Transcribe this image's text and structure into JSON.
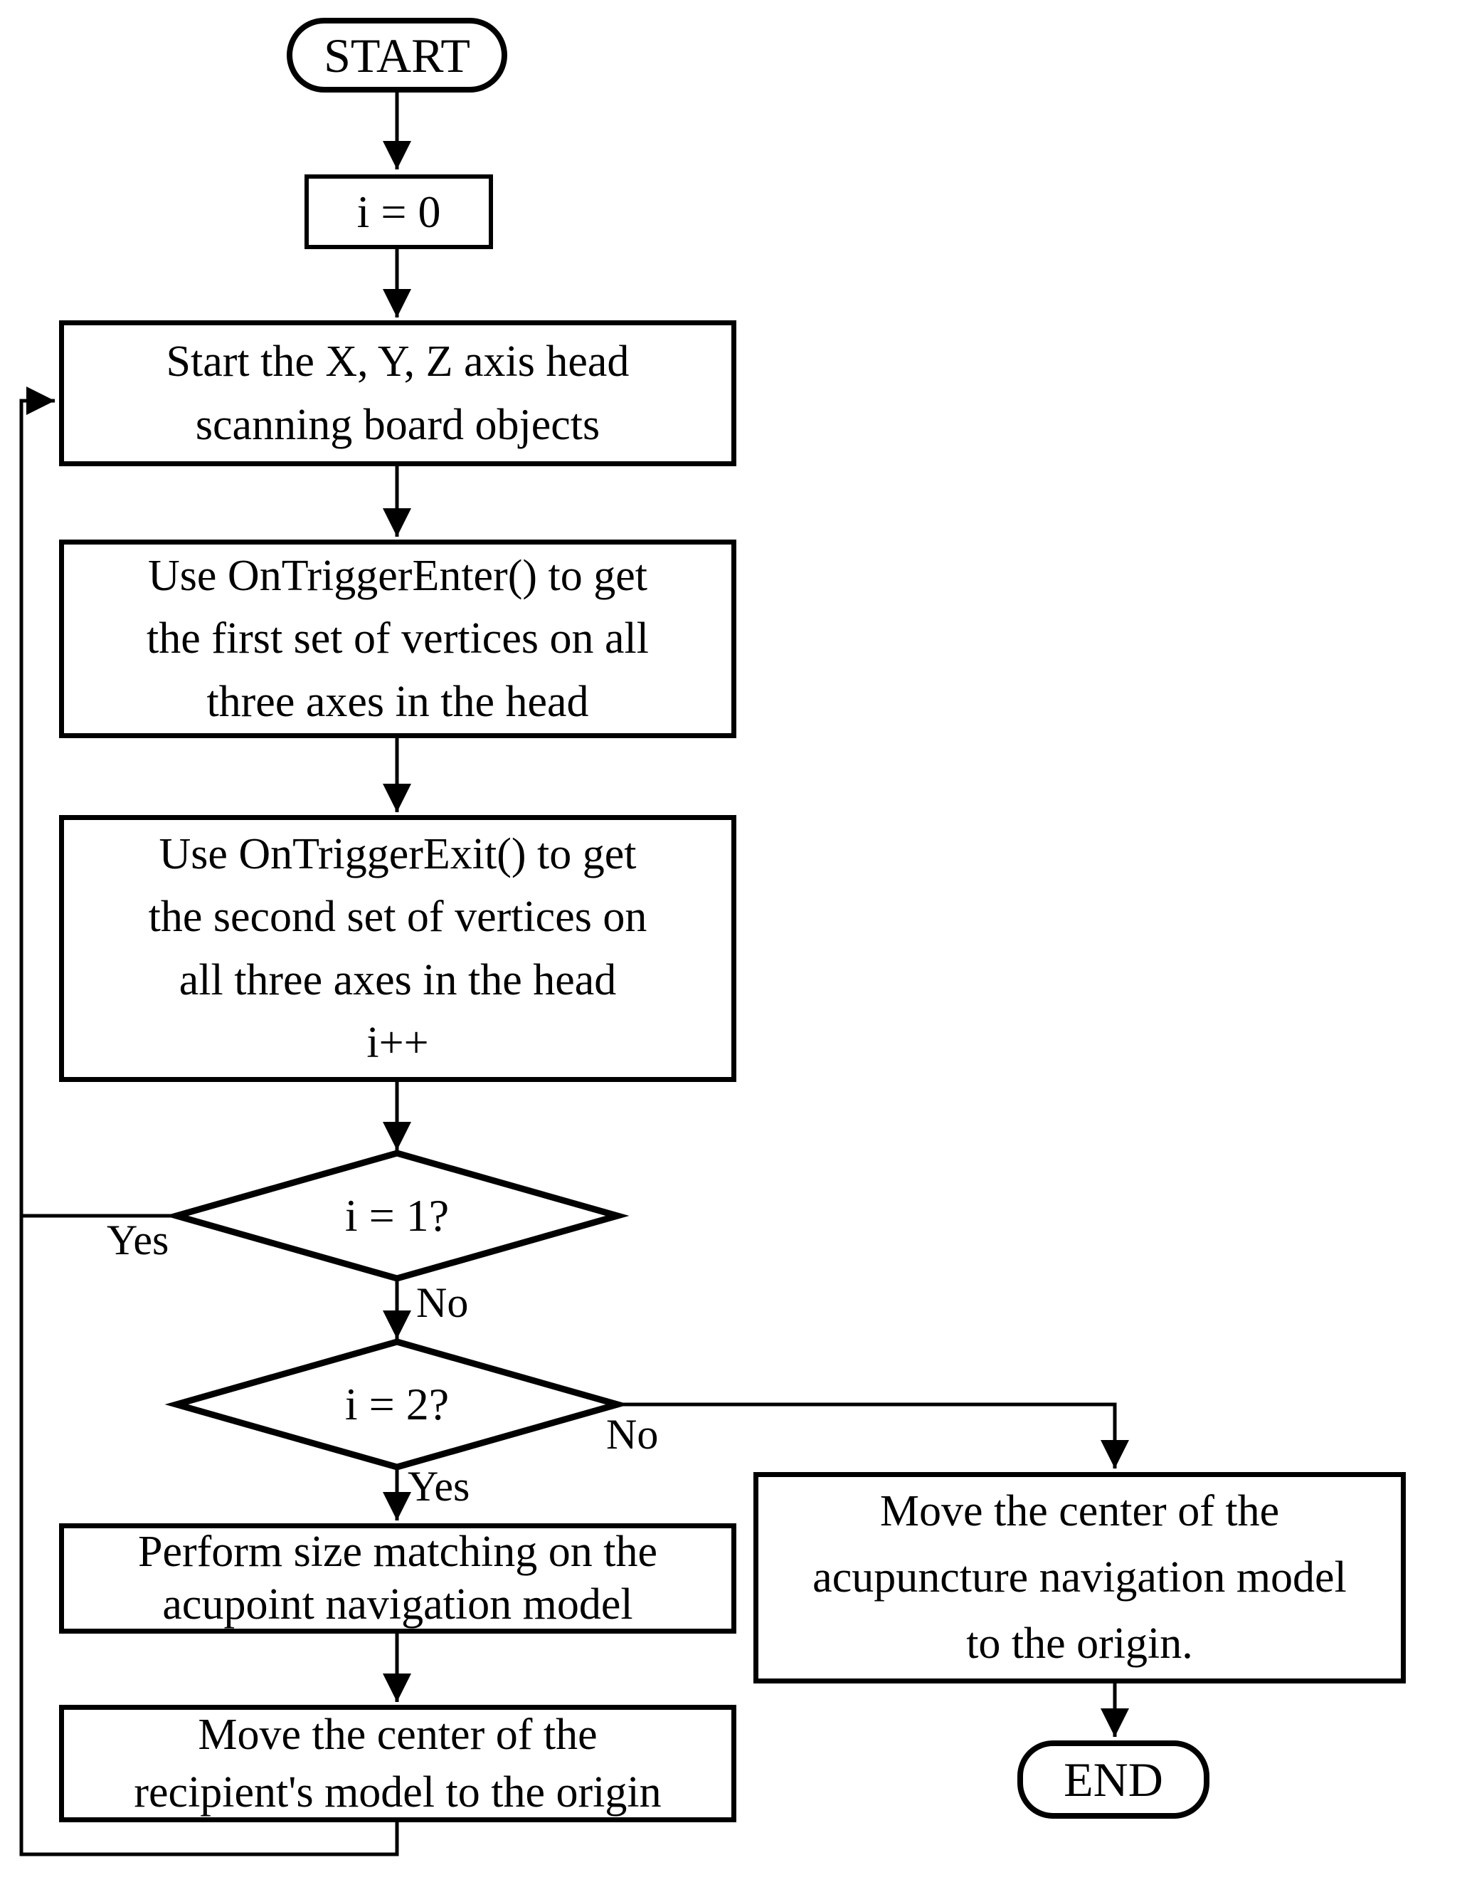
{
  "colors": {
    "ink": "#000000",
    "paper": "#ffffff"
  },
  "flowchart": {
    "nodes": {
      "start": {
        "label": "START"
      },
      "init_i": {
        "label": "i = 0"
      },
      "scan_boards": {
        "label": "Start the X, Y, Z axis head\nscanning board objects"
      },
      "trigger_enter": {
        "label": "Use OnTriggerEnter() to get\nthe first set of vertices on all\nthree axes in the head"
      },
      "trigger_exit": {
        "label": "Use OnTriggerExit() to get\nthe second set of vertices on\nall three axes in the head\ni++"
      },
      "check_i_1": {
        "label": "i = 1?"
      },
      "check_i_2": {
        "label": "i = 2?"
      },
      "size_matching": {
        "label": "Perform size matching on the\nacupoint navigation model"
      },
      "move_recipient": {
        "label": "Move the center of the\nrecipient's model to the origin"
      },
      "move_acupuncture": {
        "label": "Move the center of the\nacupuncture navigation model\nto the origin."
      },
      "end": {
        "label": "END"
      }
    },
    "edge_labels": {
      "i1_yes": "Yes",
      "i1_no": "No",
      "i2_no": "No",
      "i2_yes": "Yes"
    }
  }
}
